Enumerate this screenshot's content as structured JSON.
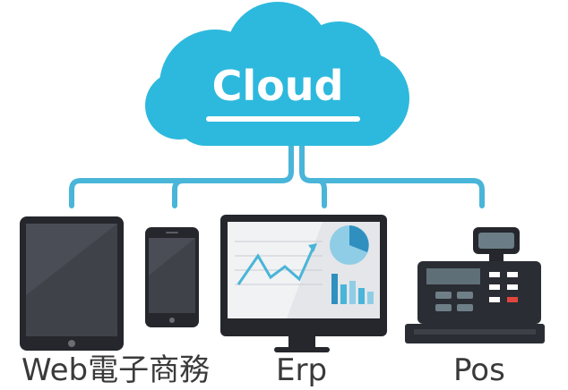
{
  "cloud": {
    "title": "Cloud",
    "color": "#2db9dd"
  },
  "labels": {
    "web": "Web電子商務",
    "erp": "Erp",
    "pos": "Pos"
  },
  "colors": {
    "device_dark": "#25272d",
    "screen": "#3f4249",
    "screen_white": "#f1f2f4",
    "accent": "#49b5d8"
  },
  "icons": [
    "cloud-icon",
    "tablet-icon",
    "smartphone-icon",
    "monitor-icon",
    "cash-register-icon"
  ]
}
